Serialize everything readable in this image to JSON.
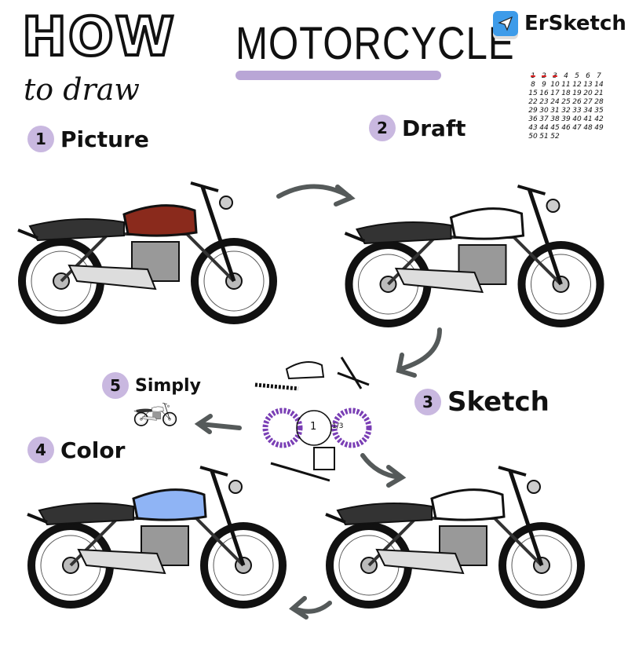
{
  "header": {
    "how": "HOW",
    "to_draw": "to draw",
    "title": "MOTORCYCLE"
  },
  "logo": {
    "text": "ErSketch",
    "icon": "paper-plane-icon",
    "color": "#3d9be9"
  },
  "calendar": {
    "days": [
      1,
      2,
      3,
      4,
      5,
      6,
      7,
      8,
      9,
      10,
      11,
      12,
      13,
      14,
      15,
      16,
      17,
      18,
      19,
      20,
      21,
      22,
      23,
      24,
      25,
      26,
      27,
      28,
      29,
      30,
      31,
      32,
      33,
      34,
      35,
      36,
      37,
      38,
      39,
      40,
      41,
      42,
      43,
      44,
      45,
      46,
      47,
      48,
      49,
      50,
      51,
      52
    ],
    "checked": [
      1,
      2,
      3
    ],
    "check_color": "#e02020"
  },
  "steps": [
    {
      "number": "1",
      "label": "Picture"
    },
    {
      "number": "2",
      "label": "Draft"
    },
    {
      "number": "3",
      "label": "Sketch"
    },
    {
      "number": "4",
      "label": "Color"
    },
    {
      "number": "5",
      "label": "Simply"
    }
  ],
  "sketch_labels": {
    "wheel_ratio": "1",
    "fraction": "1/3"
  },
  "colors": {
    "accent": "#b9a6d6",
    "tank_photo": "#8a2a1c",
    "tank_color": "#8fb4f5",
    "wheel_purple": "#7a3fb5"
  }
}
